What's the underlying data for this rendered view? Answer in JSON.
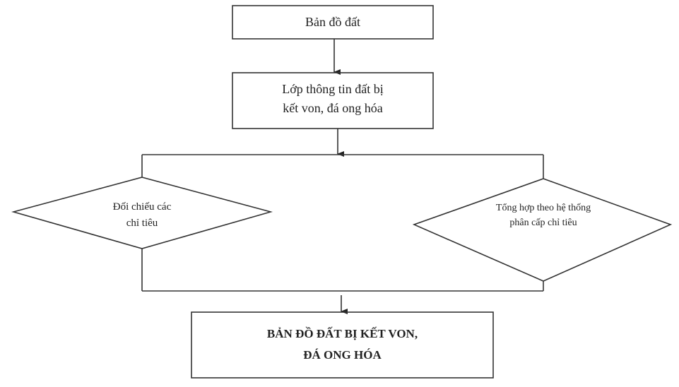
{
  "nodes": {
    "soil_map": "Bản đồ đất",
    "info_layer": [
      "Lớp thông tin đất bị",
      "kết von, đá ong hóa"
    ],
    "compare": [
      "Đối chiếu các",
      "chỉ tiêu"
    ],
    "aggregate": [
      "Tổng hợp theo hệ thống",
      "phân cấp chỉ tiêu"
    ],
    "result_map": [
      "BẢN ĐỒ ĐẤT BỊ KẾT VON,",
      "ĐÁ ONG HÓA"
    ]
  },
  "colors": {
    "line": "#333333",
    "text": "#222222"
  }
}
